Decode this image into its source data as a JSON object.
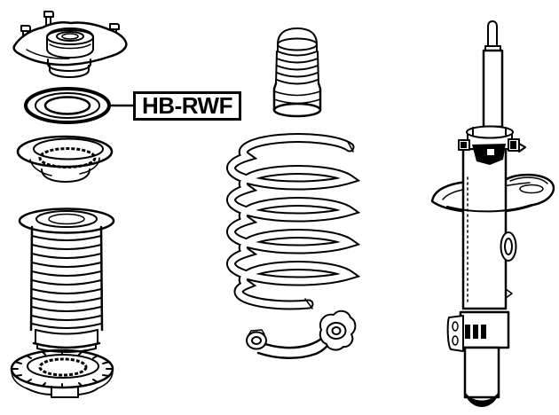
{
  "label": {
    "text": "HB-RWF"
  },
  "colors": {
    "background": "#ffffff",
    "line": "#000000"
  },
  "parts": [
    {
      "id": "strut-mount",
      "name": "strut-mount-drawing"
    },
    {
      "id": "strut-bearing",
      "name": "strut-bearing-drawing"
    },
    {
      "id": "upper-spring-seat",
      "name": "upper-spring-seat-drawing"
    },
    {
      "id": "dust-boot",
      "name": "dust-boot-bellows-drawing"
    },
    {
      "id": "lower-mount-cushion",
      "name": "lower-mount-cushion-drawing"
    },
    {
      "id": "bump-stop",
      "name": "bump-stop-drawing"
    },
    {
      "id": "coil-spring",
      "name": "coil-spring-drawing"
    },
    {
      "id": "lower-spring-pad",
      "name": "lower-spring-pad-drawing"
    },
    {
      "id": "shock-absorber",
      "name": "shock-absorber-strut-drawing"
    }
  ]
}
